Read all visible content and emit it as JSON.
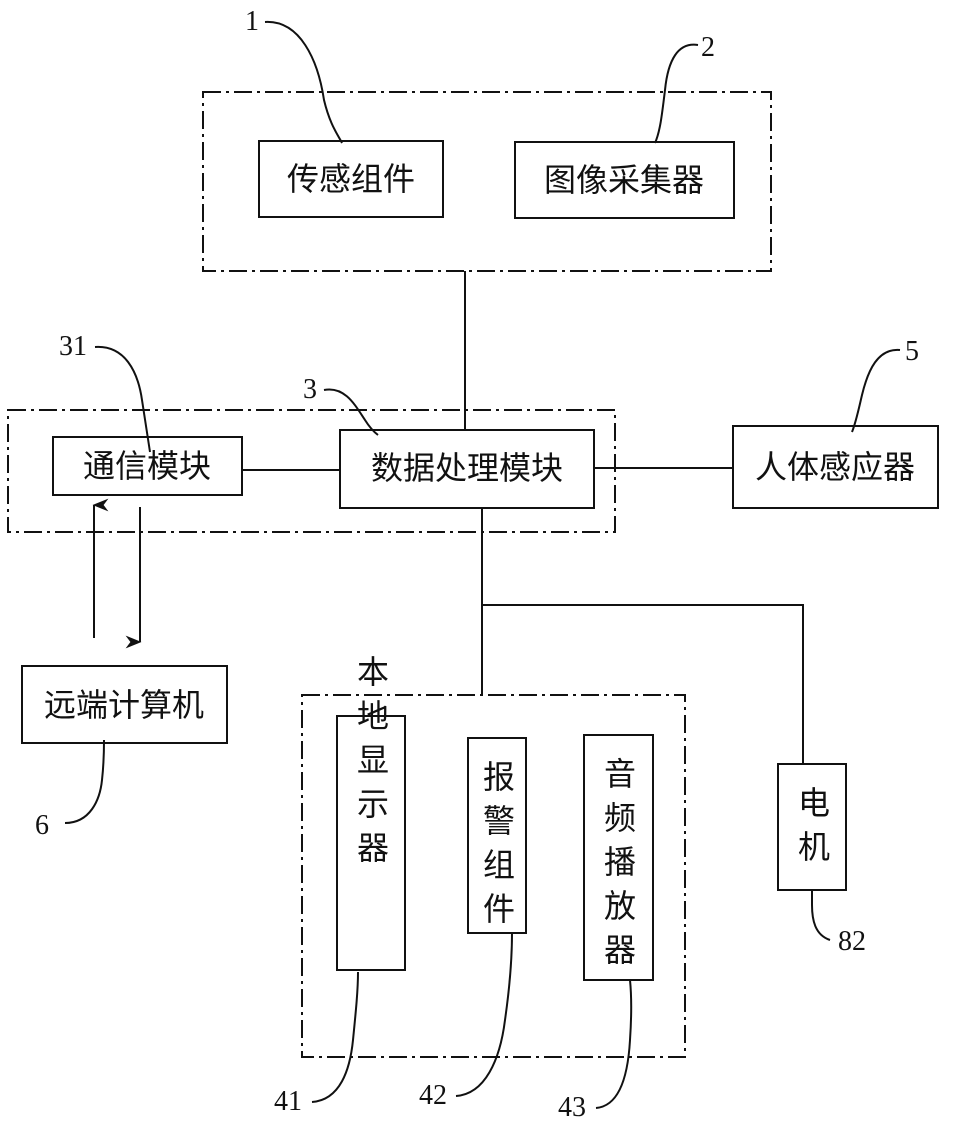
{
  "blocks": {
    "sensor": "传感组件",
    "image_collector": "图像采集器",
    "comm_module": "通信模块",
    "data_processing": "数据处理模块",
    "human_sensor": "人体感应器",
    "remote_computer": "远端计算机",
    "local_display": "本地显示器",
    "alarm": "报警组件",
    "audio_player": "音频播放器",
    "motor": "电机"
  },
  "refs": {
    "sensor": "1",
    "image_collector": "2",
    "data_processing": "3",
    "comm_module": "31",
    "human_sensor": "5",
    "remote_computer": "6",
    "local_display": "41",
    "alarm": "42",
    "audio_player": "43",
    "motor": "82"
  }
}
